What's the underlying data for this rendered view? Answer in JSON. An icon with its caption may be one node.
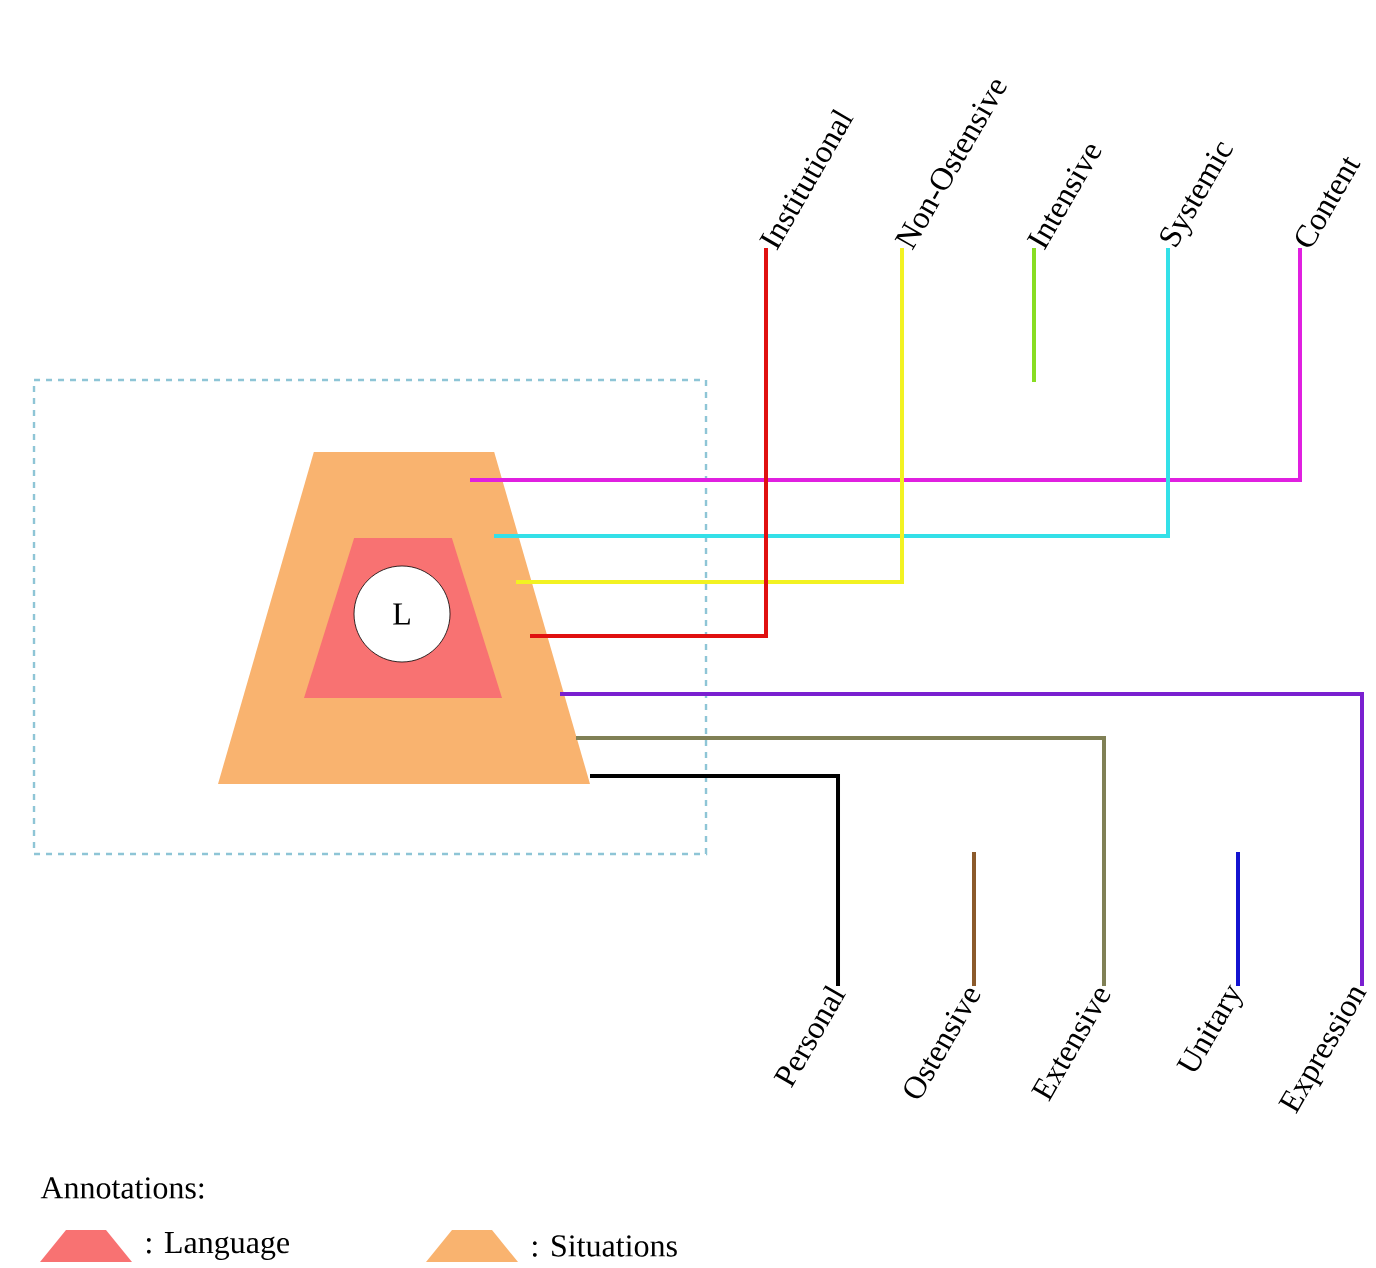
{
  "diagram": {
    "nodes": [
      {
        "text": [],
        "shape": "box"
      },
      {
        "text": [],
        "shape": "trapezoid",
        "in": 0
      },
      {
        "text": [],
        "shape": "trapezoid",
        "in": 1
      },
      {
        "text": [
          "L"
        ],
        "in": 2
      },
      {
        "text": [
          "Institutional"
        ]
      },
      {
        "text": [
          "Non-Ostensive"
        ]
      },
      {
        "text": [
          "Intensive"
        ]
      },
      {
        "text": [
          "Systemic"
        ]
      },
      {
        "text": [
          "Content"
        ]
      },
      {
        "text": [
          "Personal"
        ]
      },
      {
        "text": [
          "Ostensive"
        ]
      },
      {
        "text": [
          "Extensive"
        ]
      },
      {
        "text": [
          "Unitary"
        ]
      },
      {
        "text": [
          "Expression"
        ]
      }
    ],
    "edges": [
      {
        "from": 1,
        "to": 8,
        "arrow": "none",
        "color": "#e020e0"
      },
      {
        "from": 1,
        "to": 7,
        "arrow": "none",
        "color": "#33e0e8"
      },
      {
        "from": 1,
        "to": 5,
        "arrow": "none",
        "color": "#f2f222"
      },
      {
        "from": 1,
        "to": 4,
        "arrow": "none",
        "color": "#e01010"
      },
      {
        "from": null,
        "to": 6,
        "arrow": "none",
        "color": "#88dd22"
      },
      {
        "from": 1,
        "to": 13,
        "arrow": "none",
        "color": "#7a1fd0"
      },
      {
        "from": 1,
        "to": 11,
        "arrow": "none",
        "color": "#808055"
      },
      {
        "from": 1,
        "to": 9,
        "arrow": "none",
        "color": "#000000"
      },
      {
        "from": null,
        "to": 10,
        "arrow": "none",
        "color": "#8b5a2b"
      },
      {
        "from": null,
        "to": 12,
        "arrow": "none",
        "color": "#1414d0"
      }
    ],
    "labels": [
      "Annotations:"
    ],
    "legend": [
      {
        "text": ": Language",
        "color": "#f87272"
      },
      {
        "text": ": Situations",
        "color": "#f9b36f"
      }
    ]
  }
}
